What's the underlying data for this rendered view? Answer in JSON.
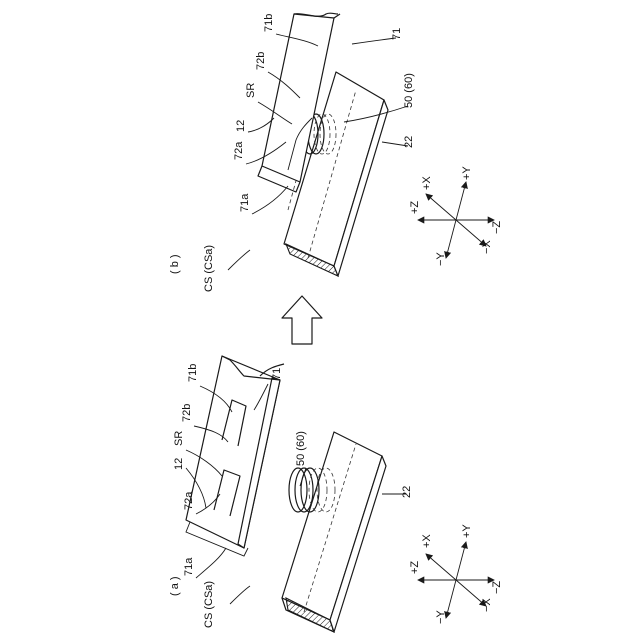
{
  "figure": {
    "panel_a": {
      "panel_label": "( a )",
      "assembly_label": "CS (CSa)",
      "labels": {
        "block_top": "12",
        "block_end": "71",
        "block_side": "71b",
        "groove_upper": "72b",
        "groove_region": "SR",
        "groove_lower": "72a",
        "block_front": "71a",
        "spring": "50 (60)",
        "base": "22"
      },
      "axes": {
        "px": "+X",
        "py": "+Y",
        "pz": "+Z",
        "nx": "−X",
        "ny": "−Y",
        "nz": "−Z"
      }
    },
    "panel_b": {
      "panel_label": "( b )",
      "assembly_label": "CS (CSa)",
      "labels": {
        "block_top": "12",
        "block_end": "71",
        "block_side": "71b",
        "groove_upper": "72b",
        "groove_region": "SR",
        "groove_lower": "72a",
        "block_front": "71a",
        "spring": "50 (60)",
        "base": "22"
      },
      "axes": {
        "px": "+X",
        "py": "+Y",
        "pz": "+Z",
        "nx": "−X",
        "ny": "−Y",
        "nz": "−Z"
      }
    },
    "transition_arrow": "up-arrow-icon"
  }
}
